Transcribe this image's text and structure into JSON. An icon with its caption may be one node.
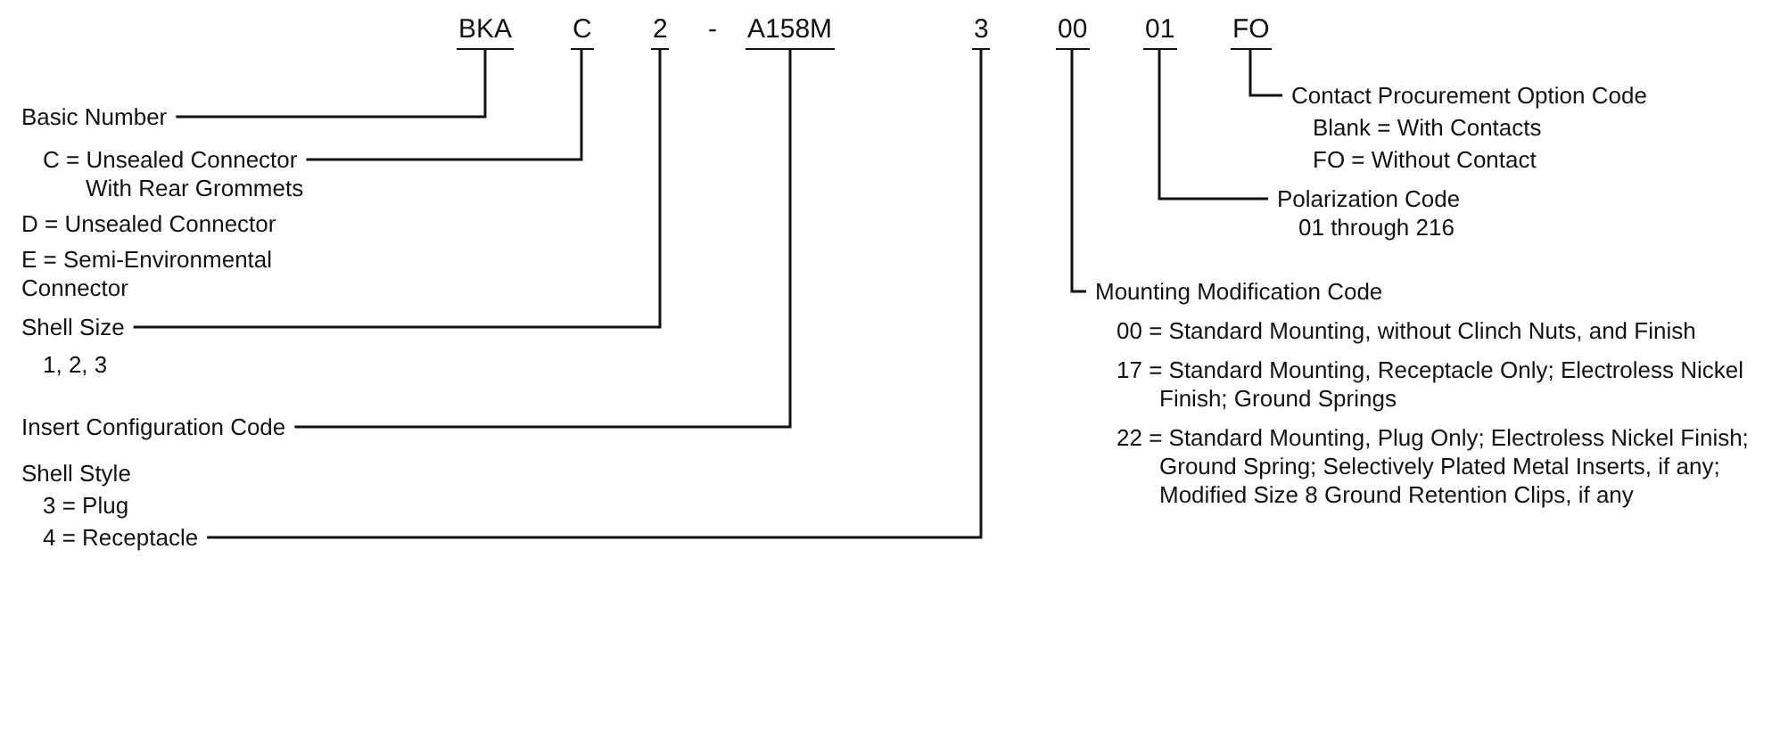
{
  "diagram": {
    "nodes": [
      {
        "text": [
          "BKA"
        ]
      },
      {
        "text": [
          "C"
        ]
      },
      {
        "text": [
          "2"
        ]
      },
      {
        "text": [
          "A158M"
        ]
      },
      {
        "text": [
          "3"
        ]
      },
      {
        "text": [
          "00"
        ]
      },
      {
        "text": [
          "01"
        ]
      },
      {
        "text": [
          "FO"
        ]
      },
      {
        "text": [
          "Basic Number"
        ]
      },
      {
        "text": [
          "C = Unsealed Connector With Rear Grommets",
          "D = Unsealed Connector",
          "E = Semi-Environmental Connector"
        ]
      },
      {
        "text": [
          "Shell Size",
          "1, 2, 3"
        ]
      },
      {
        "text": [
          "Insert Configuration Code"
        ]
      },
      {
        "text": [
          "Shell Style",
          "3 = Plug",
          "4 = Receptacle"
        ]
      },
      {
        "text": [
          "Contact Procurement Option Code",
          "Blank = With Contacts",
          "FO = Without Contact"
        ]
      },
      {
        "text": [
          "Polarization Code",
          "01 through 216"
        ]
      },
      {
        "text": [
          "Mounting Modification Code",
          "00 = Standard Mounting, without Clinch Nuts, and Finish",
          "17 = Standard Mounting, Receptacle Only; Electroless Nickel Finish; Ground Springs",
          "22 = Standard Mounting, Plug Only; Electroless Nickel Finish; Ground Spring; Selectively Plated Metal Inserts, if any; Modified Size 8 Ground Retention Clips, if any"
        ]
      }
    ],
    "edges": [
      {
        "from": 8,
        "to": 0,
        "arrow": "none"
      },
      {
        "from": 9,
        "to": 1,
        "arrow": "none"
      },
      {
        "from": 10,
        "to": 2,
        "arrow": "none"
      },
      {
        "from": 11,
        "to": 3,
        "arrow": "none"
      },
      {
        "from": 12,
        "to": 4,
        "arrow": "none"
      },
      {
        "from": 13,
        "to": 7,
        "arrow": "none"
      },
      {
        "from": 14,
        "to": 6,
        "arrow": "none"
      },
      {
        "from": 15,
        "to": 5,
        "arrow": "none"
      }
    ],
    "labels": [
      "-"
    ]
  }
}
